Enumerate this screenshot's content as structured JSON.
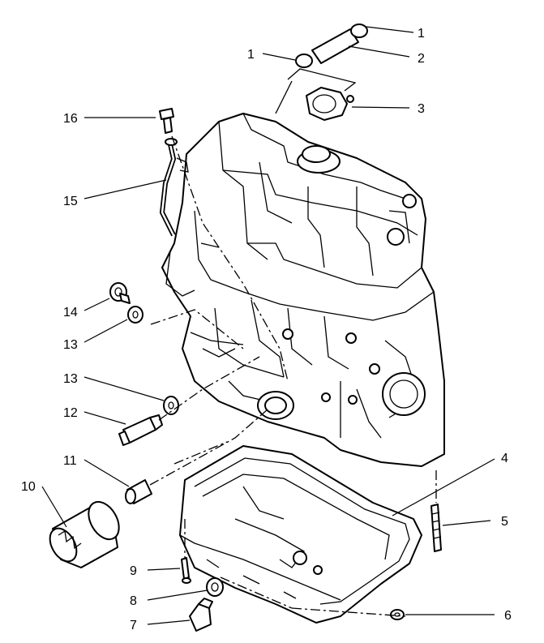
{
  "diagram": {
    "callouts": [
      {
        "id": "c1a",
        "number": "1"
      },
      {
        "id": "c2",
        "number": "2"
      },
      {
        "id": "c1b",
        "number": "1"
      },
      {
        "id": "c3",
        "number": "3"
      },
      {
        "id": "c16",
        "number": "16"
      },
      {
        "id": "c15",
        "number": "15"
      },
      {
        "id": "c14",
        "number": "14"
      },
      {
        "id": "c13a",
        "number": "13"
      },
      {
        "id": "c13b",
        "number": "13"
      },
      {
        "id": "c12",
        "number": "12"
      },
      {
        "id": "c11",
        "number": "11"
      },
      {
        "id": "c10",
        "number": "10"
      },
      {
        "id": "c4",
        "number": "4"
      },
      {
        "id": "c5",
        "number": "5"
      },
      {
        "id": "c9",
        "number": "9"
      },
      {
        "id": "c8",
        "number": "8"
      },
      {
        "id": "c7",
        "number": "7"
      },
      {
        "id": "c6",
        "number": "6"
      }
    ]
  }
}
